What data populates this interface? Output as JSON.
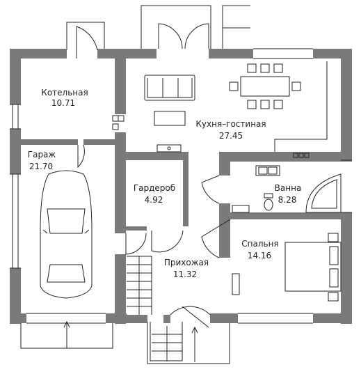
{
  "rooms": {
    "boiler": {
      "name": "Котельная",
      "area": "10.71"
    },
    "garage": {
      "name": "Гараж",
      "area": "21.70"
    },
    "kitchen": {
      "name": "Кухня–гостиная",
      "area": "27.45"
    },
    "wardrobe": {
      "name": "Гардероб",
      "area": "4.92"
    },
    "bath": {
      "name": "Ванна",
      "area": "8.28"
    },
    "bedroom": {
      "name": "Спальня",
      "area": "14.16"
    },
    "hall": {
      "name": "Прихожая",
      "area": "11.32"
    }
  },
  "colors": {
    "wall": "#7a7a7a",
    "line": "#222222",
    "background": "#ffffff"
  }
}
